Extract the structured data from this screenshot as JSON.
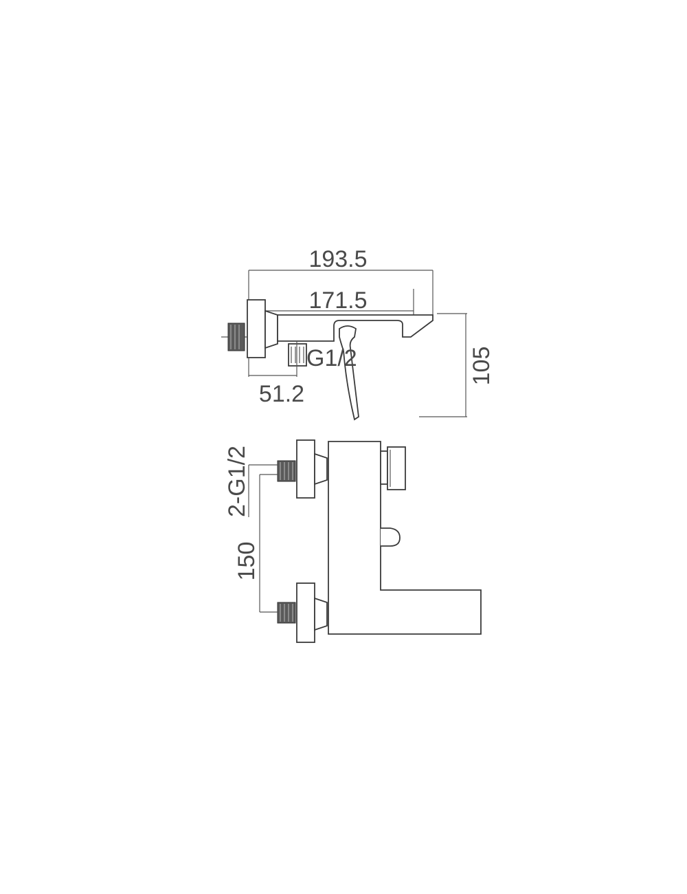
{
  "side_view": {
    "dim_overall_length": "193.5",
    "dim_spout_reach": "171.5",
    "dim_outlet_thread": "G1/2",
    "dim_outlet_offset": "51.2",
    "dim_height": "105"
  },
  "front_view": {
    "dim_inlet_thread": "2-G1/2",
    "dim_inlet_spacing": "150"
  },
  "colors": {
    "line": "#3a3a3a",
    "text": "#4a4a4a",
    "thread_fill": "#5a5a5a",
    "background": "#ffffff"
  }
}
